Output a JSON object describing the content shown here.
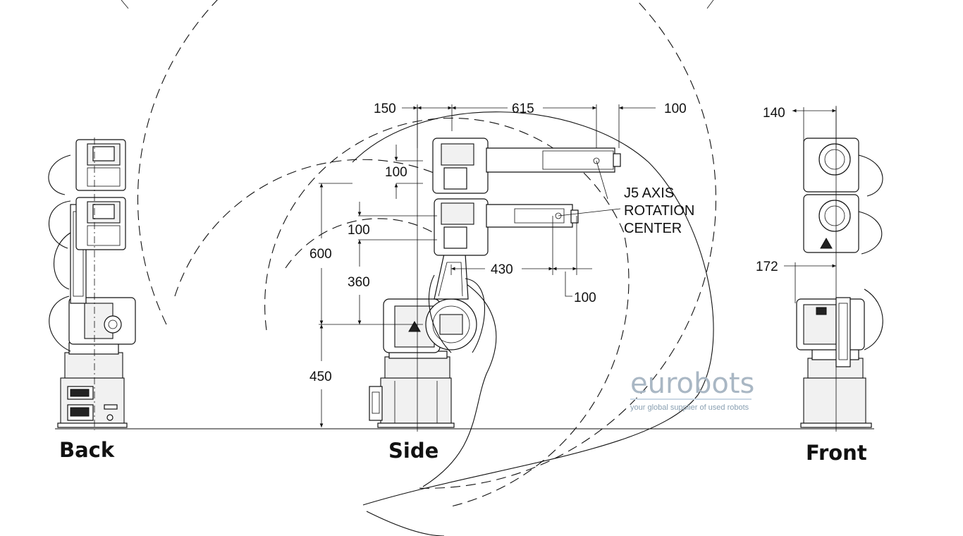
{
  "views": {
    "back": "Back",
    "side": "Side",
    "front": "Front"
  },
  "annotation": {
    "line1": "J5 AXIS",
    "line2": "ROTATION",
    "line3": "CENTER"
  },
  "dimensions": {
    "d150": "150",
    "d615": "615",
    "d100_top": "100",
    "d140": "140",
    "d100_upper_arm": "100",
    "d100_lower_arm": "100",
    "d600": "600",
    "d360": "360",
    "d450": "450",
    "d430": "430",
    "d100_wrist": "100",
    "d172": "172"
  },
  "watermark": {
    "brand": "eurobots",
    "tagline": "your global supplier of used robots"
  },
  "colors": {
    "line": "#111111",
    "watermark": "#a9b7c4",
    "watermark_rule": "#c9d7e4"
  }
}
